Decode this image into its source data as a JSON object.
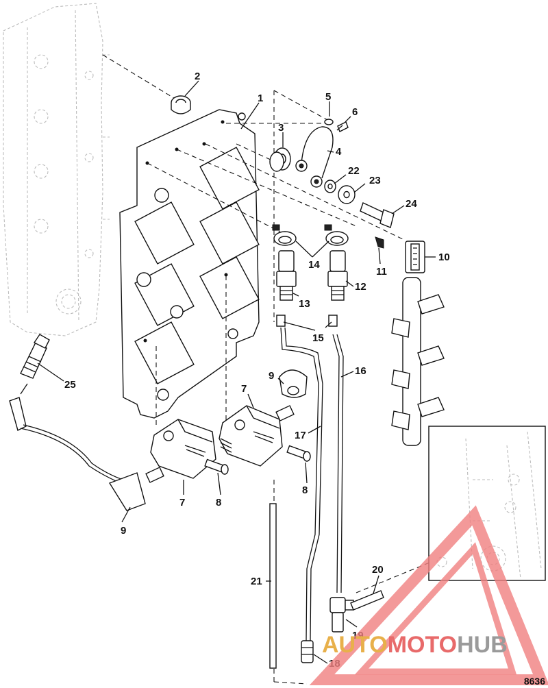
{
  "callouts": [
    "1",
    "2",
    "3",
    "4",
    "5",
    "6",
    "7",
    "7",
    "7",
    "8",
    "8",
    "9",
    "9",
    "9",
    "10",
    "11",
    "12",
    "13",
    "14",
    "15",
    "16",
    "17",
    "18",
    "19",
    "20",
    "21",
    "22",
    "23",
    "24",
    "25"
  ],
  "document_number": "8636",
  "watermark": {
    "brand_part1": "AUTO",
    "brand_part2": "MOTO",
    "brand_part3": "HUB",
    "color_triangle": "#f08080",
    "color_gold": "#e8b04a",
    "color_red": "#e86a6a",
    "color_gray": "#9a9a9a"
  }
}
